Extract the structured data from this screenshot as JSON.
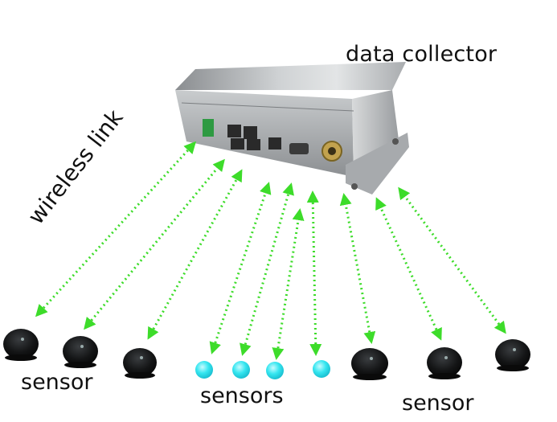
{
  "labels": {
    "collector": "data collector",
    "link": "wireless link",
    "sensor_left": "sensor",
    "sensors_middle": "sensors",
    "sensor_right": "sensor"
  },
  "colors": {
    "link_green": "#3ddc2a",
    "sensor_black": "#111111",
    "sensor_cyan": "#35e6f0",
    "device_silver": "#b9bcbf"
  },
  "icons": {
    "collector": "gateway-device-icon",
    "black_sensor": "dome-sensor-icon",
    "cyan_sensor": "led-sensor-icon"
  }
}
